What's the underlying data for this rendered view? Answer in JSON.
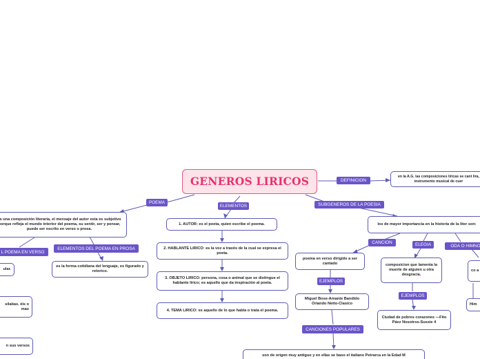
{
  "central": {
    "title": "GENEROS LIRICOS"
  },
  "labels": {
    "definicion": "DEFINICION",
    "poema": "POEMA",
    "elementos": "ELEMENTOS",
    "subgeneros": "SUBGENEROS DE LA POESIA",
    "elementos_prosa": "ELEMENTOS DEL POEMA EN PROSA",
    "elementos_verso": "L POEMA EN VERSO",
    "cancion": "CANCION",
    "elegia": "ELEGIA",
    "oda": "ODA O HIMNO",
    "ejemplos_cancion": "EJEMPLOS",
    "ejemplos_elegia": "EJEMPLOS",
    "canciones_populares": "CANCIONES POPULARES"
  },
  "nodes": {
    "definicion": "en la A.G. las composiciones líricas se cant lira, instrumento musical de cuer",
    "poema": "es una composición literaria, el mensaje del autor esta es subjetivo porque refleja el mundo interior del poema, su sentir, ser y pensar, puede ser escrito en verso o prosa.",
    "autor": "1. AUTOR: es el poeta, quien escribe el poema.",
    "hablante": "2. HABLANTE LIRICO: es la voz a través de la cual se expresa el poeta.",
    "objeto": "3. OBJETO LIRICO: persona, cosa o animal que se distingue el hablante lirico; es aquello que da inspiración al poeta.",
    "tema": "4. TEMA LIRICO: es aquello de lo que habla o trata el poema.",
    "subgeneros": "los de mayor importancia en la historia de la liter son:",
    "prosa": "es la forma cotidiana del lenguaje, es figurado y retorico.",
    "verso_1": "ular.",
    "verso_2": "sílabas. éis o mas",
    "verso_3": "n sus versos",
    "cancion": "poema en verso dirigido a ser cantado",
    "elegia": "composicion que lamenta la muerte de alguien u otra desgracia.",
    "oda": "co a",
    "ejemplos_cancion": "Miguel Bose-Amante Bandido Oriando Netto-Clasico",
    "ejemplos_elegia": "Ciudad de pobres corazones —Fito Páez Nosotros-Sussie 4",
    "ejemplos_oda": "Him",
    "canciones_populares": "son de origen muy antiguo y en ellas se baso el italiano Petrarca en la Edad M"
  }
}
